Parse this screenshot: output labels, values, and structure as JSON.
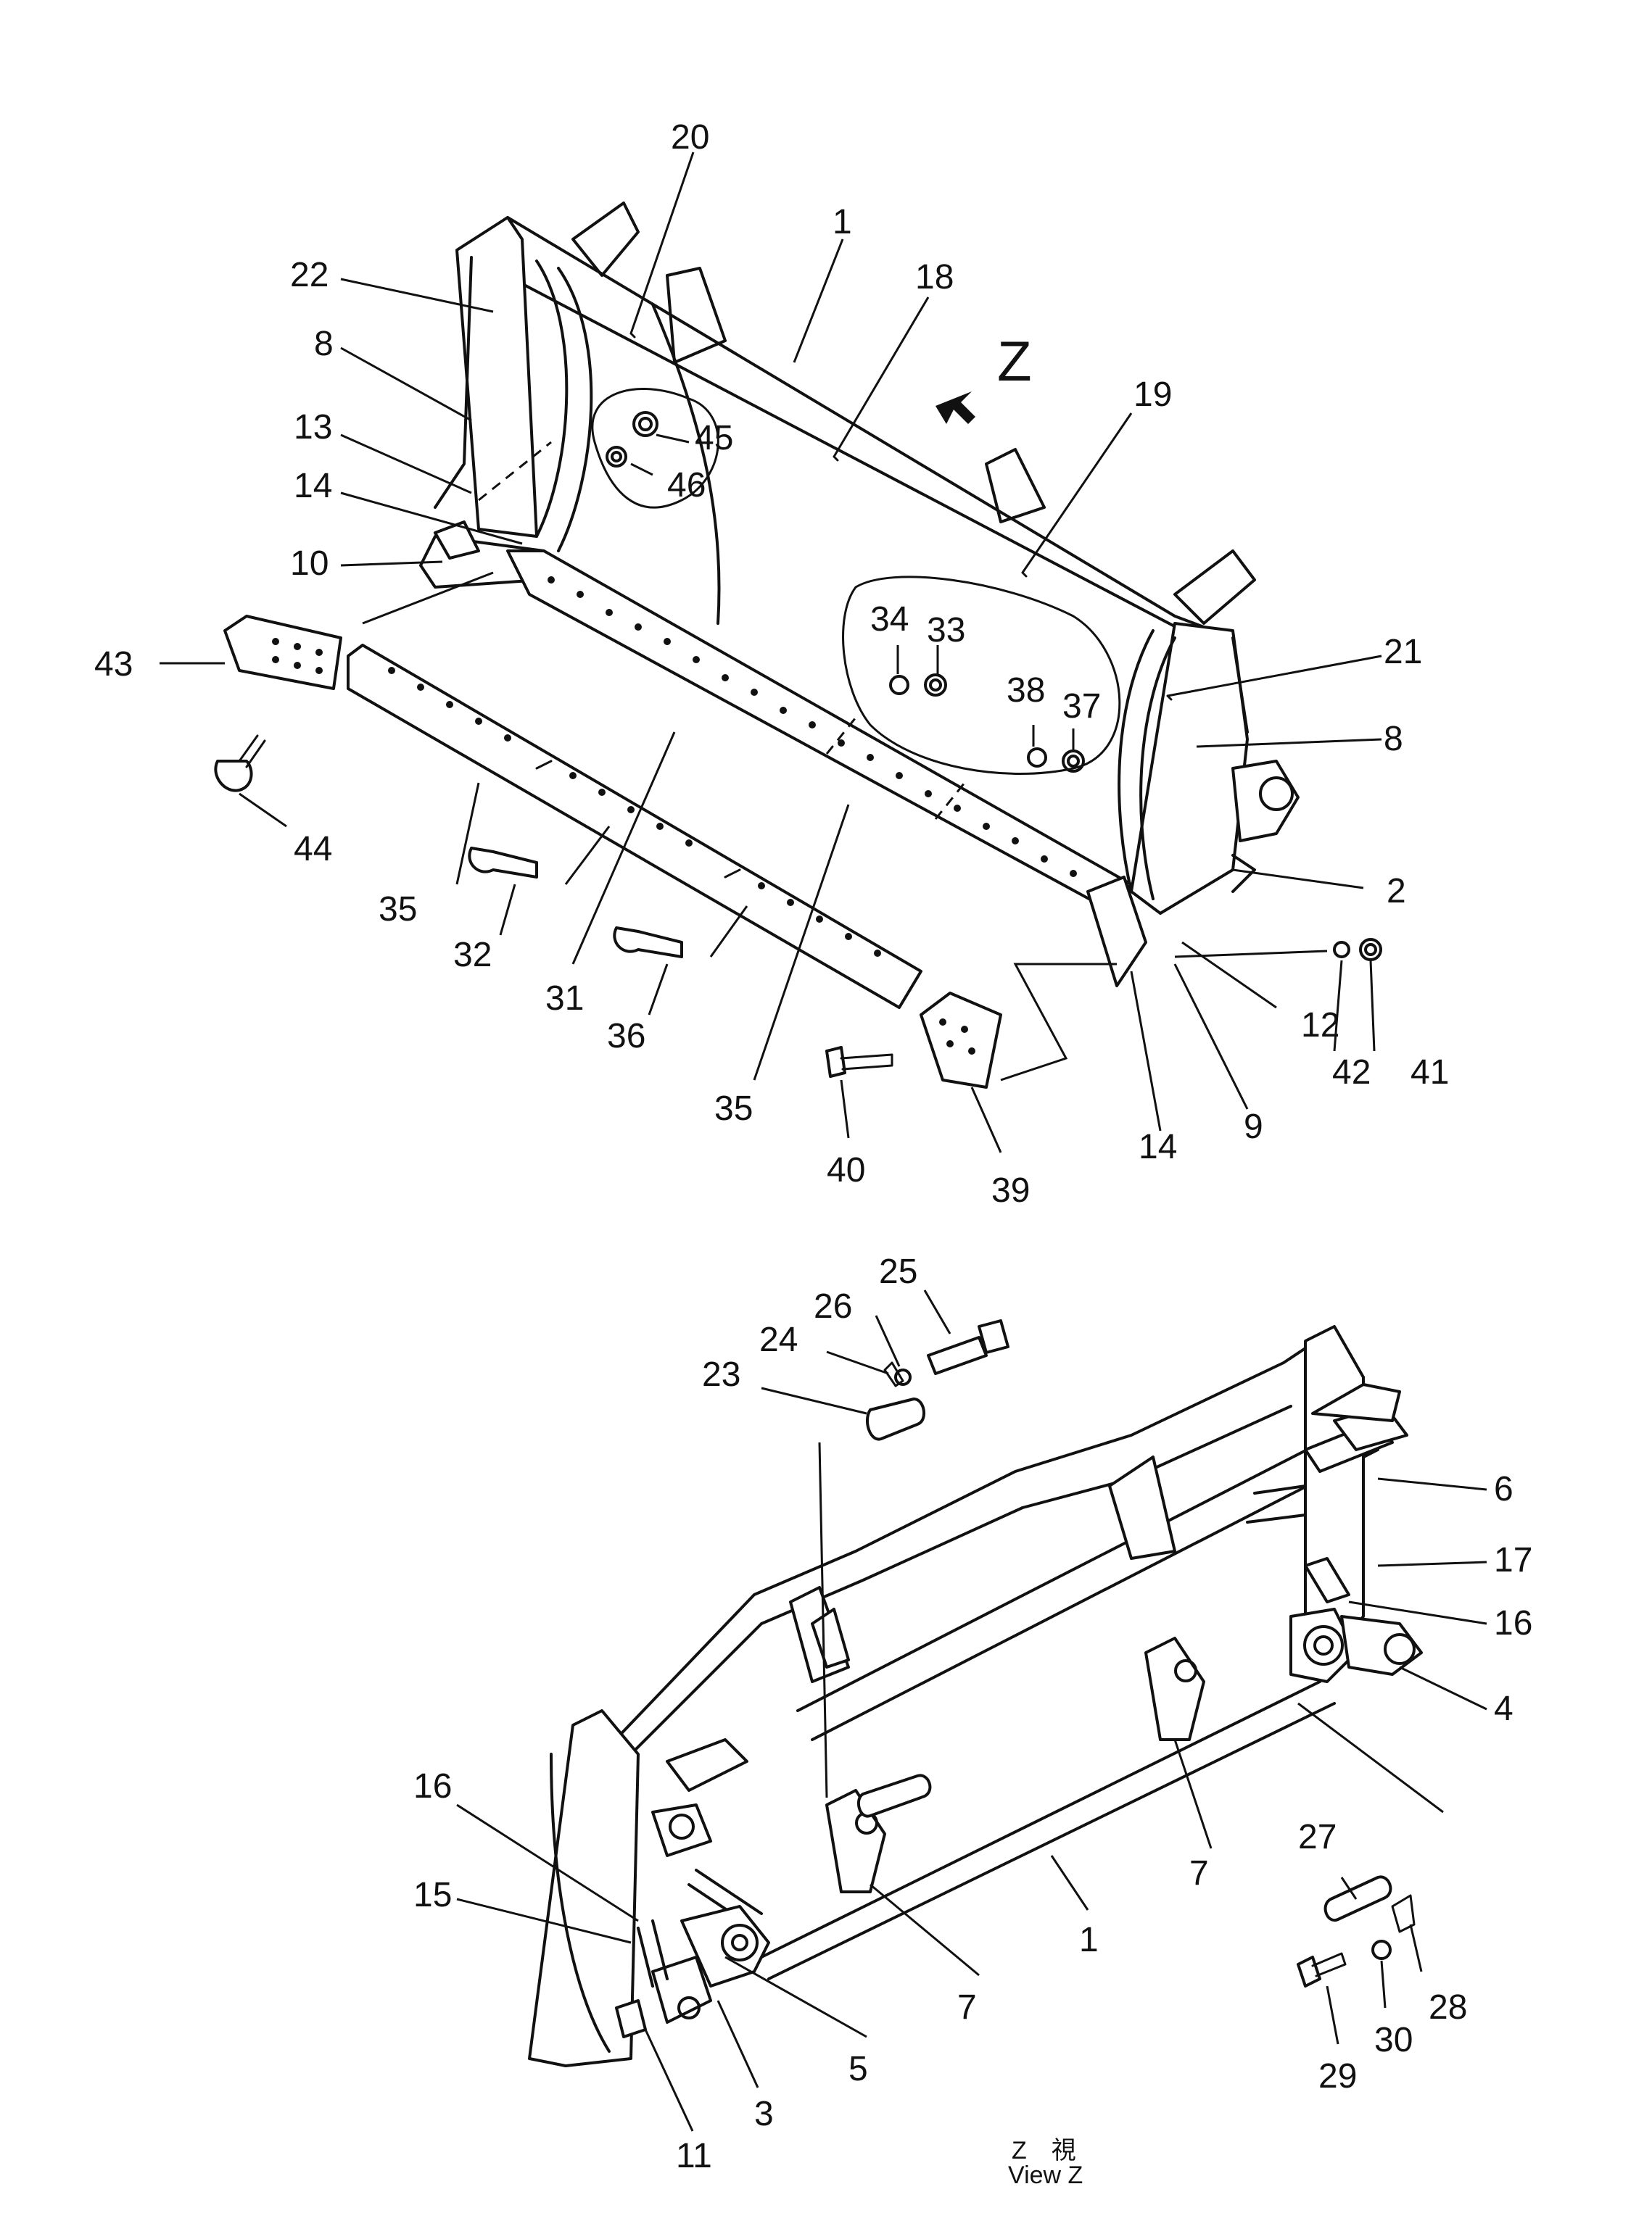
{
  "top_view": {
    "direction_label": "Z",
    "callouts": [
      "20",
      "1",
      "18",
      "19",
      "22",
      "8",
      "13",
      "14",
      "10",
      "45",
      "46",
      "34",
      "33",
      "38",
      "37",
      "21",
      "8",
      "43",
      "44",
      "35",
      "32",
      "31",
      "36",
      "35",
      "40",
      "39",
      "14",
      "9",
      "12",
      "42",
      "41",
      "2"
    ]
  },
  "bottom_view": {
    "callouts": [
      "25",
      "26",
      "24",
      "23",
      "6",
      "17",
      "16",
      "4",
      "7",
      "27",
      "1",
      "7",
      "28",
      "30",
      "29",
      "16",
      "15",
      "5",
      "3",
      "11"
    ],
    "caption_jp": "Z　視",
    "caption_en": "View Z"
  }
}
